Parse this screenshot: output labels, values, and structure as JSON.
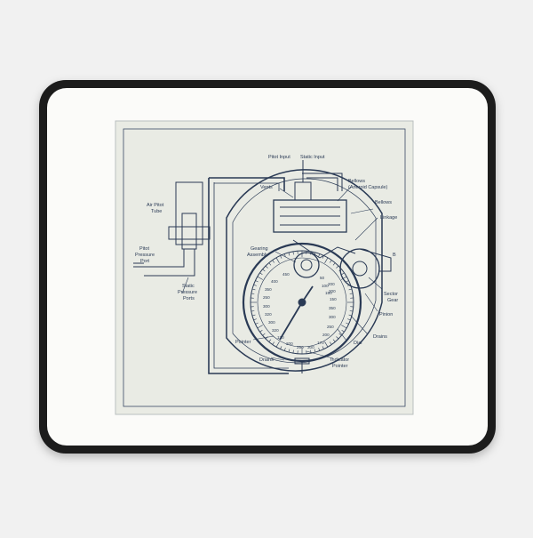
{
  "colors": {
    "background": "#f1f1f1",
    "mat_border": "#1c1c1c",
    "mat_surface": "#fbfbf9",
    "print_paper": "#e9ebe4",
    "ink": "#2a3a55"
  },
  "labels": {
    "pitot_input": "Pitot Input",
    "static_input": "Static Input",
    "vents": "Vents",
    "bellows_capsule_1": "Bellows",
    "bellows_capsule_2": "(Aneroid Capsule)",
    "bellows": "Bellows",
    "linkage": "Linkage",
    "air_pitot_1": "Air Pitot",
    "air_pitot_2": "Tube",
    "pitot_port_1": "Pitot",
    "pitot_port_2": "Pressure",
    "pitot_port_3": "Port",
    "gearing_1": "Gearing",
    "gearing_2": "Assembly",
    "static_ports_1": "Static",
    "static_ports_2": "Pressure",
    "static_ports_3": "Ports",
    "sector_1": "Sector",
    "sector_2": "Gear",
    "pinion": "Pinion",
    "drains_right": "Drains",
    "dial": "Dial",
    "pointer": "Pointer",
    "drains_bottom": "Drains",
    "indicator_1": "Indicator",
    "indicator_2": "Pointer",
    "marker_b": "B"
  },
  "dial_numbers": [
    "450",
    "400",
    "350",
    "250",
    "300",
    "320",
    "300",
    "320",
    "170",
    "200",
    "250",
    "300",
    "170",
    "200",
    "250",
    "300",
    "350",
    "150",
    "200",
    "200",
    "50",
    "100",
    "150"
  ]
}
